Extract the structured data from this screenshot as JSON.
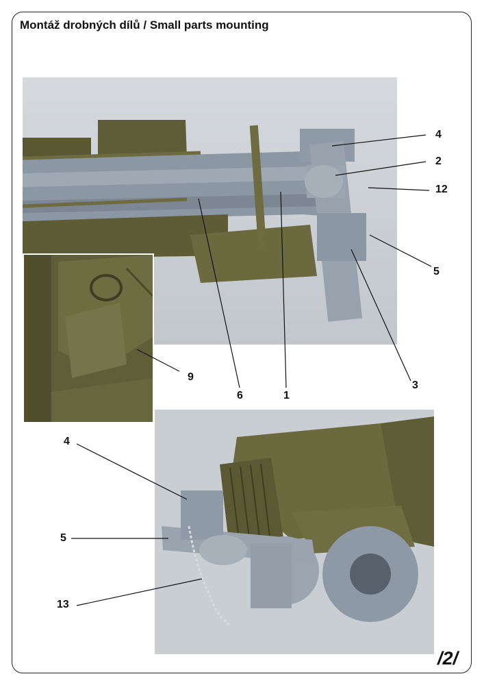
{
  "page": {
    "title": "Montáž drobných dílů / Small parts mounting",
    "page_number": "/2/"
  },
  "callouts": {
    "top": [
      "4",
      "2",
      "12",
      "5",
      "3",
      "1",
      "6",
      "9"
    ],
    "bottom": [
      "4",
      "5",
      "13"
    ]
  },
  "colors": {
    "olive": "#6b6a3e",
    "grey_parts": "#8e9aa6",
    "background_photo": "#c7ccd1"
  }
}
